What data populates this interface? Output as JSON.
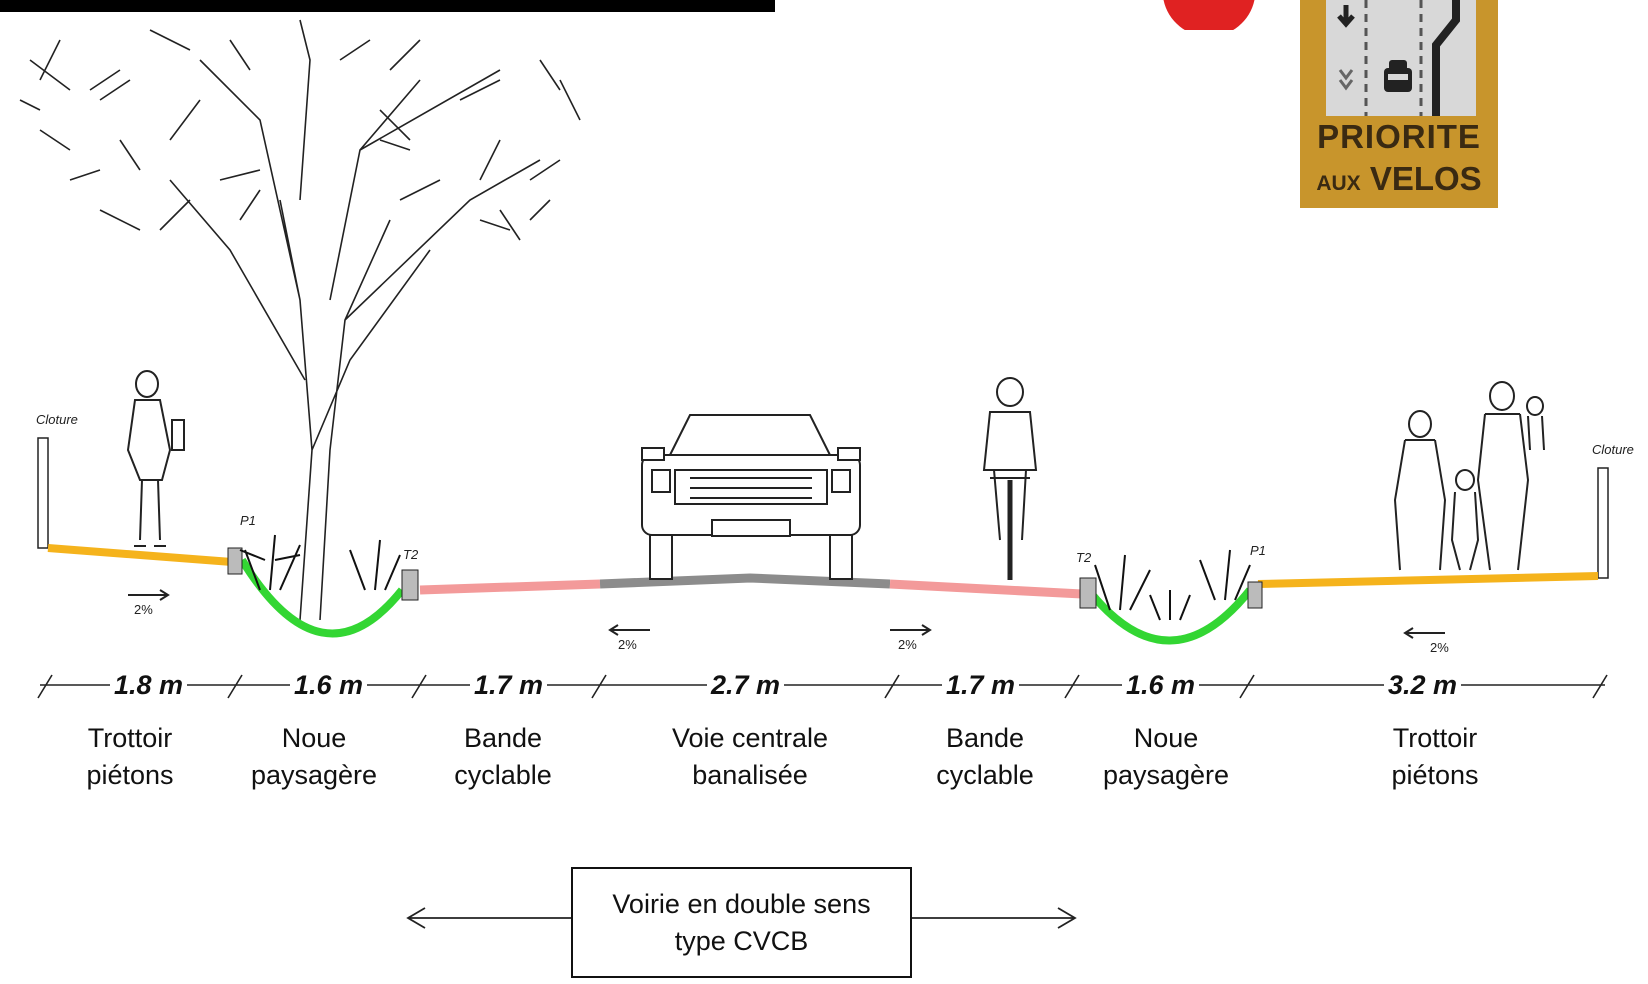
{
  "fence_label_left": "Cloture",
  "fence_label_right": "Cloture",
  "markers": {
    "p1": "P1",
    "t2": "T2"
  },
  "slope_label": "2%",
  "sign": {
    "line1": "PRIORITE",
    "line2_small": "AUX",
    "line2_big": "VELOS"
  },
  "segments": [
    {
      "width": "1.8 m",
      "line1": "Trottoir",
      "line2": "piétons"
    },
    {
      "width": "1.6 m",
      "line1": "Noue",
      "line2": "paysagère"
    },
    {
      "width": "1.7 m",
      "line1": "Bande",
      "line2": "cyclable"
    },
    {
      "width": "2.7 m",
      "line1": "Voie centrale",
      "line2": "banalisée"
    },
    {
      "width": "1.7 m",
      "line1": "Bande",
      "line2": "cyclable"
    },
    {
      "width": "1.6 m",
      "line1": "Noue",
      "line2": "paysagère"
    },
    {
      "width": "3.2 m",
      "line1": "Trottoir",
      "line2": "piétons"
    }
  ],
  "caption": {
    "line1": "Voirie en double sens",
    "line2": "type CVCB"
  },
  "colors": {
    "sidewalk": "#f5b31c",
    "swale": "#33d633",
    "bike_lane": "#f39a9a",
    "central_lane": "#8c8c8c",
    "sign_bg": "#c8952c"
  }
}
